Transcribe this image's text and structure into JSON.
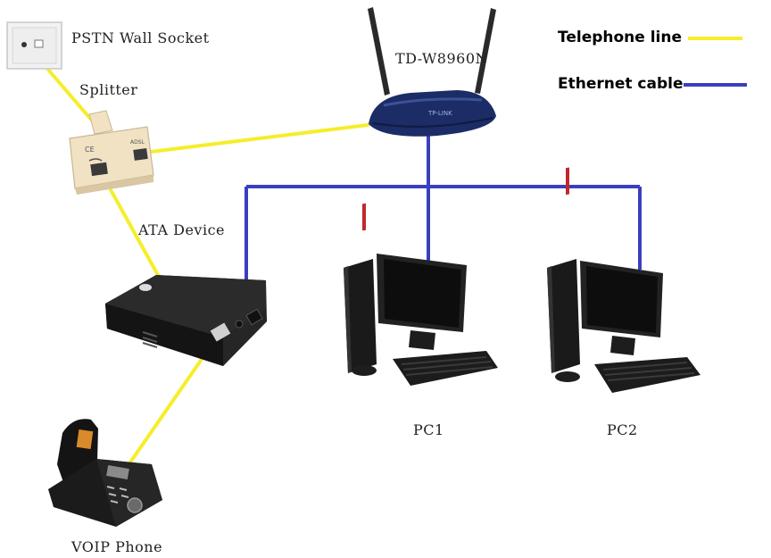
{
  "colors": {
    "telephone_line": "#f5ee2a",
    "ethernet_cable": "#3a3fbf",
    "router_body": "#1c2c66",
    "ata_body": "#1f1f1f",
    "splitter_body": "#f1e2c4",
    "wall_socket": "#eeeeee",
    "pc_black": "#1a1a1a",
    "pc_accent": "#c0282c"
  },
  "legend": {
    "telephone": "Telephone line",
    "ethernet": "Ethernet cable"
  },
  "nodes": {
    "wall_socket": "PSTN Wall Socket",
    "splitter": "Splitter",
    "router": "TD-W8960N",
    "ata": "ATA Device",
    "pc1": "PC1",
    "pc2": "PC2",
    "phone": "VOIP Phone"
  },
  "device_marks": {
    "router_brand": "TP-LINK",
    "splitter_port": "ADSL",
    "splitter_ce": "CE"
  }
}
